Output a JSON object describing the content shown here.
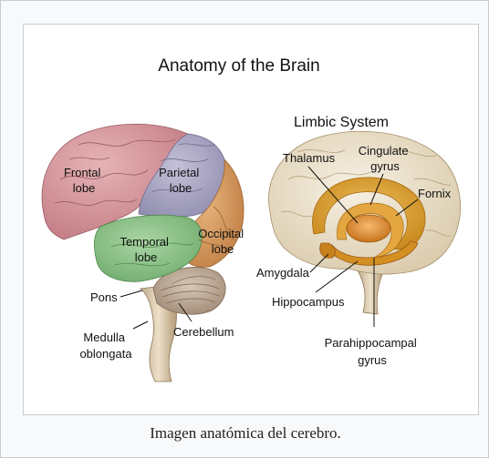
{
  "figure": {
    "title": "Anatomy of the Brain",
    "left_brain": {
      "frontal": [
        "Frontal",
        "lobe"
      ],
      "parietal": [
        "Parietal",
        "lobe"
      ],
      "occipital": [
        "Occipital",
        "lobe"
      ],
      "temporal": [
        "Temporal",
        "lobe"
      ],
      "pons": "Pons",
      "cerebellum": "Cerebellum",
      "medulla": [
        "Medulla",
        "oblongata"
      ]
    },
    "right_brain": {
      "heading": "Limbic System",
      "thalamus": "Thalamus",
      "cingulate": [
        "Cingulate",
        "gyrus"
      ],
      "fornix": "Fornix",
      "amygdala": "Amygdala",
      "hippocampus": "Hippocampus",
      "parahippocampal": [
        "Parahippocampal",
        "gyrus"
      ]
    },
    "colors": {
      "frontal": "#d49aa0",
      "parietal": "#a9a6c4",
      "occipital": "#d99a5e",
      "temporal": "#8dc28b",
      "limbic_gold": "#d99a2b",
      "brain_cream": "#e8dcc4"
    }
  },
  "caption": "Imagen anatómica del cerebro."
}
